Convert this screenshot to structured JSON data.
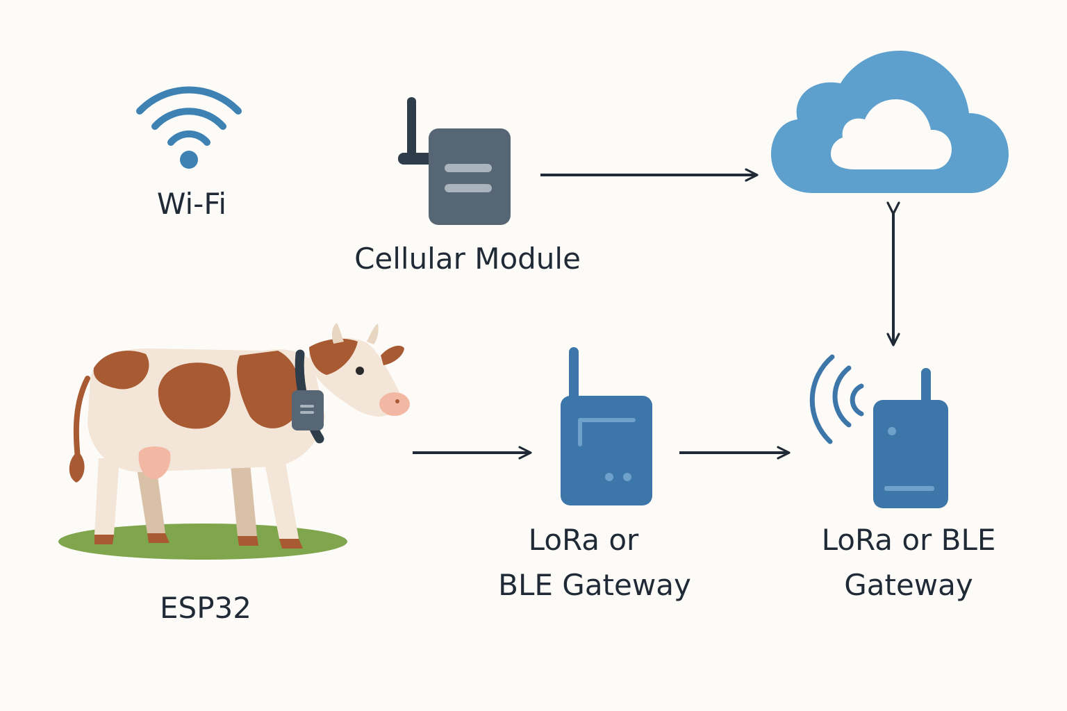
{
  "labels": {
    "wifi": "Wi-Fi",
    "cellular": "Cellular Module",
    "esp32": "ESP32",
    "gateway1_line1": "LoRa or",
    "gateway1_line2": "BLE Gateway",
    "gateway2_line1": "LoRa or BLE",
    "gateway2_line2": "Gateway"
  },
  "icons": {
    "wifi": "wifi-icon",
    "cellular": "cellular-module-icon",
    "cloud": "cloud-icon",
    "cow": "cow-icon",
    "gateway": "gateway-device-icon",
    "signal": "signal-waves-icon"
  },
  "colors": {
    "background": "#fcfbf7",
    "text": "#1f2a36",
    "arrow": "#1f2a36",
    "wifi": "#3e82b4",
    "cellular_body": "#566674",
    "cellular_antenna": "#2f3d4a",
    "cloud": "#5d9fcd",
    "gateway": "#3d76a8",
    "cow_brown": "#a85a33",
    "cow_cream": "#f3e6d8",
    "grass": "#7fa64c"
  }
}
